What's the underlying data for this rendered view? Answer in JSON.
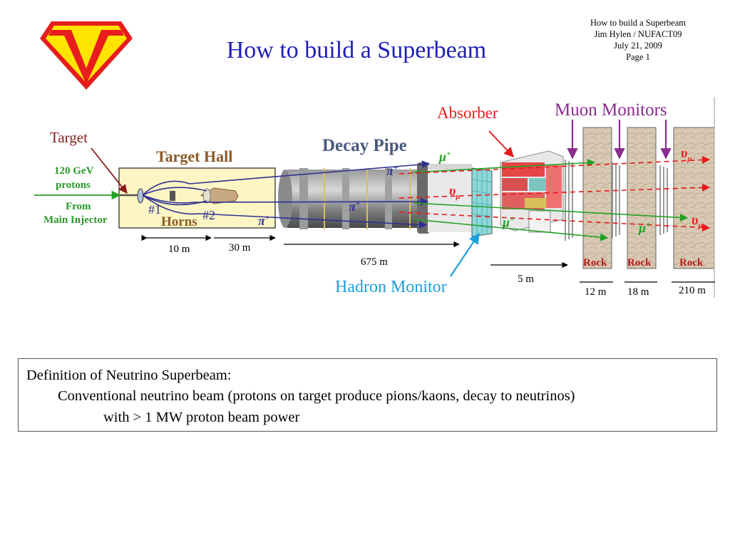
{
  "title": "How to build a Superbeam",
  "header_info": [
    "How to build a Superbeam",
    "Jim Hylen / NUFACT09",
    "July 21, 2009",
    "Page 1"
  ],
  "logo": {
    "letter": "V",
    "colors": {
      "shield": "#e81c1c",
      "fill": "#ffe400"
    }
  },
  "diagram": {
    "labels": {
      "target": "Target",
      "protons_line1": "120 GeV",
      "protons_line2": "protons",
      "from_line1": "From",
      "from_line2": "Main Injector",
      "target_hall": "Target Hall",
      "horn1": "#1",
      "horn2": "#2",
      "horns": "Horns",
      "decay_pipe": "Decay Pipe",
      "absorber": "Absorber",
      "muon_monitors": "Muon Monitors",
      "hadron_monitor": "Hadron Monitor",
      "pi_plus": "π",
      "mu_plus": "μ",
      "plus": "+",
      "nu": "υ",
      "nu_sub": "μ",
      "rock": "Rock"
    },
    "dimensions": [
      "10 m",
      "30 m",
      "675 m",
      "5 m",
      "12 m",
      "18 m",
      "210 m"
    ],
    "colors": {
      "proton": "#2a9a2a",
      "pion": "#2e3192",
      "muon": "#22a022",
      "neutrino": "#e8191a",
      "target": "#8a1c1c",
      "hall_fill": "#fdf6c4",
      "decay_pipe_label": "#4a5a7c",
      "absorber_label": "#e32020",
      "monitor_label": "#8a2b8f",
      "hadron_label": "#1aa0d8",
      "rock_label": "#b41c1c"
    }
  },
  "definition": {
    "line1": "Definition of Neutrino Superbeam:",
    "line2": "Conventional neutrino beam  (protons on target produce pions/kaons, decay to neutrinos)",
    "line3": "with > 1 MW proton beam power"
  }
}
